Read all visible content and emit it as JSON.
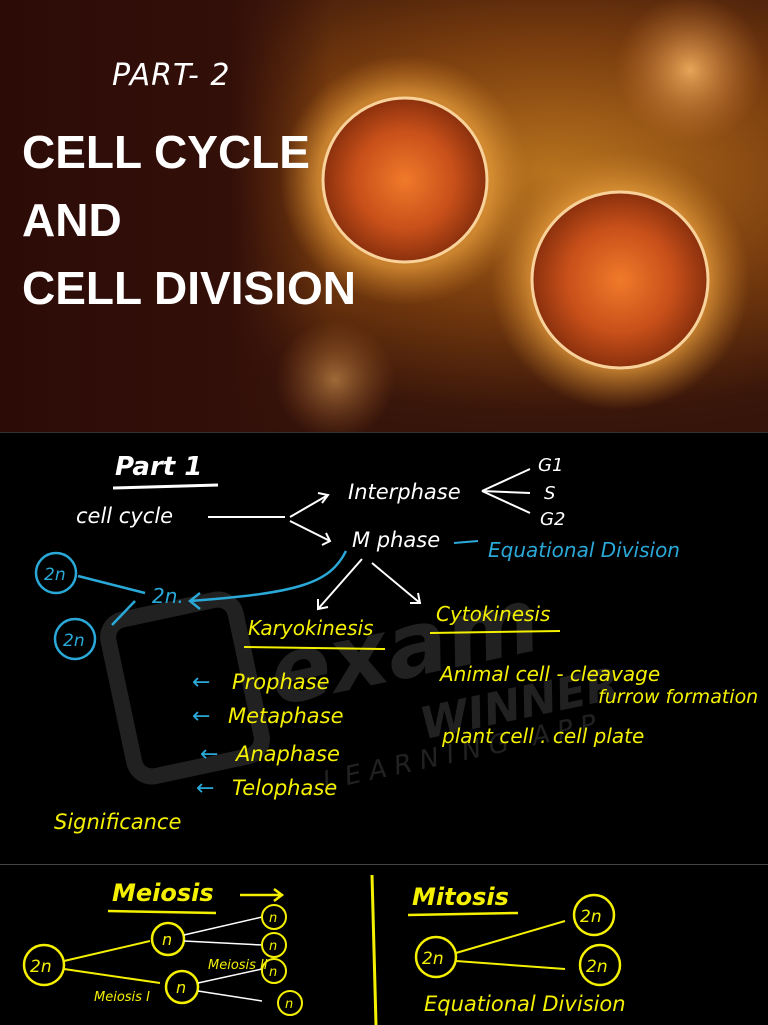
{
  "cover": {
    "part_label": "PART- 2",
    "title_lines": [
      "CELL CYCLE",
      "AND",
      "CELL DIVISION"
    ]
  },
  "notes1": {
    "heading": "Part 1",
    "cell_cycle": "cell cycle",
    "interphase": "Interphase",
    "g1": "G1",
    "s": "S",
    "g2": "G2",
    "m_phase": "M phase",
    "equational": "Equational Division",
    "two_n": "2n",
    "two_n_dot": "2n.",
    "karyokinesis": "Karyokinesis",
    "cytokinesis": "Cytokinesis",
    "prophase": "Prophase",
    "metaphase": "Metaphase",
    "anaphase": "Anaphase",
    "telophase": "Telophase",
    "animal_cell": "Animal cell - cleavage",
    "furrow": "furrow formation",
    "plant_cell": "plant cell . cell plate",
    "significance": "Significance",
    "watermark_main": "exam",
    "watermark_sub": "WINNER",
    "watermark_small": "LEARNING APP"
  },
  "notes2": {
    "meiosis": "Meiosis",
    "mitosis": "Mitosis",
    "equational": "Equational Division",
    "two_n": "2n",
    "n": "n",
    "meiosis_1": "Meiosis I",
    "meiosis_2": "Meiosis II"
  },
  "colors": {
    "white_ink": "#ffffff",
    "blue_ink": "#2aa9d8",
    "yellow_ink": "#f4f000"
  }
}
